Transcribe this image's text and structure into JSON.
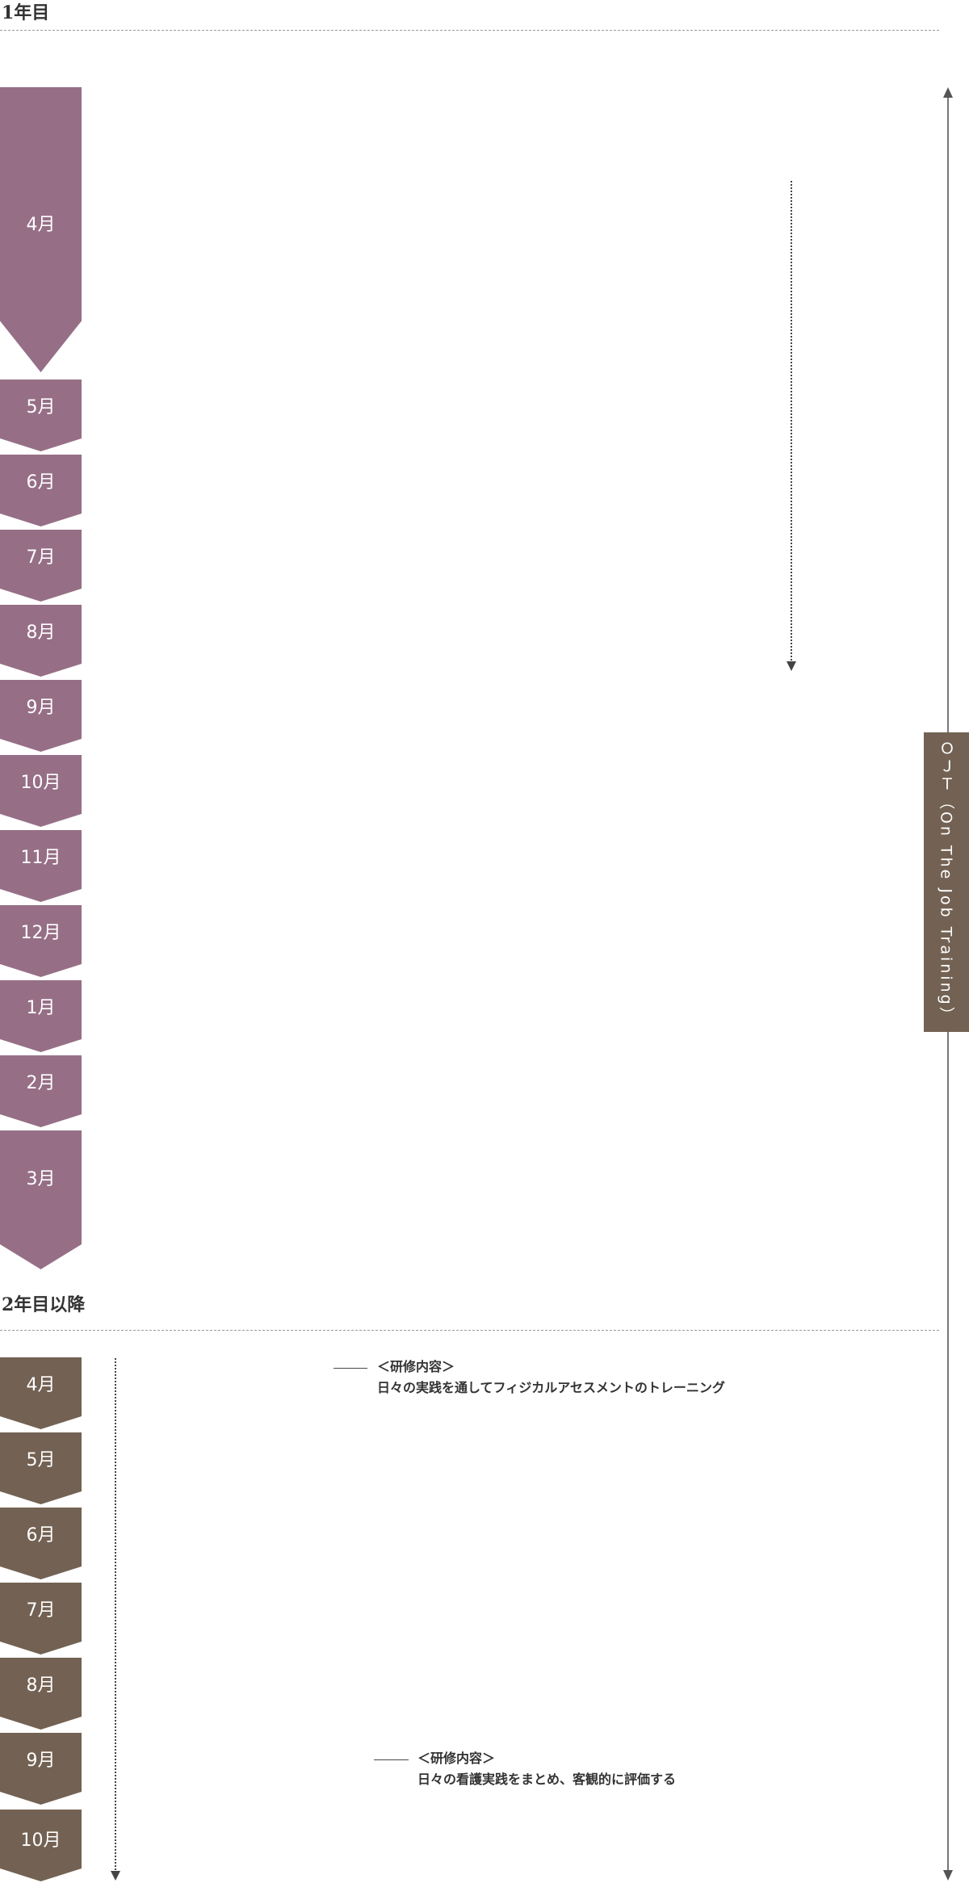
{
  "year1": {
    "title": "1年目",
    "months": [
      "4月",
      "5月",
      "6月",
      "7月",
      "8月",
      "9月",
      "10月",
      "11月",
      "12月",
      "1月",
      "2月",
      "3月"
    ]
  },
  "year2": {
    "title": "2年目以降",
    "months": [
      "4月",
      "5月",
      "6月",
      "7月",
      "8月",
      "9月",
      "10月"
    ],
    "notes": [
      {
        "heading": "＜研修内容＞",
        "text": "日々の実践を通してフィジカルアセスメントのトレーニング"
      },
      {
        "heading": "＜研修内容＞",
        "text": "日々の看護実践をまとめ、客観的に評価する"
      }
    ]
  },
  "ojt": {
    "label": "ＯＪＴ（On The Job Training）"
  },
  "colors": {
    "year1_month": "#966f86",
    "year2_month": "#736253",
    "ojt_background": "#736253",
    "arrow": "#555555"
  }
}
